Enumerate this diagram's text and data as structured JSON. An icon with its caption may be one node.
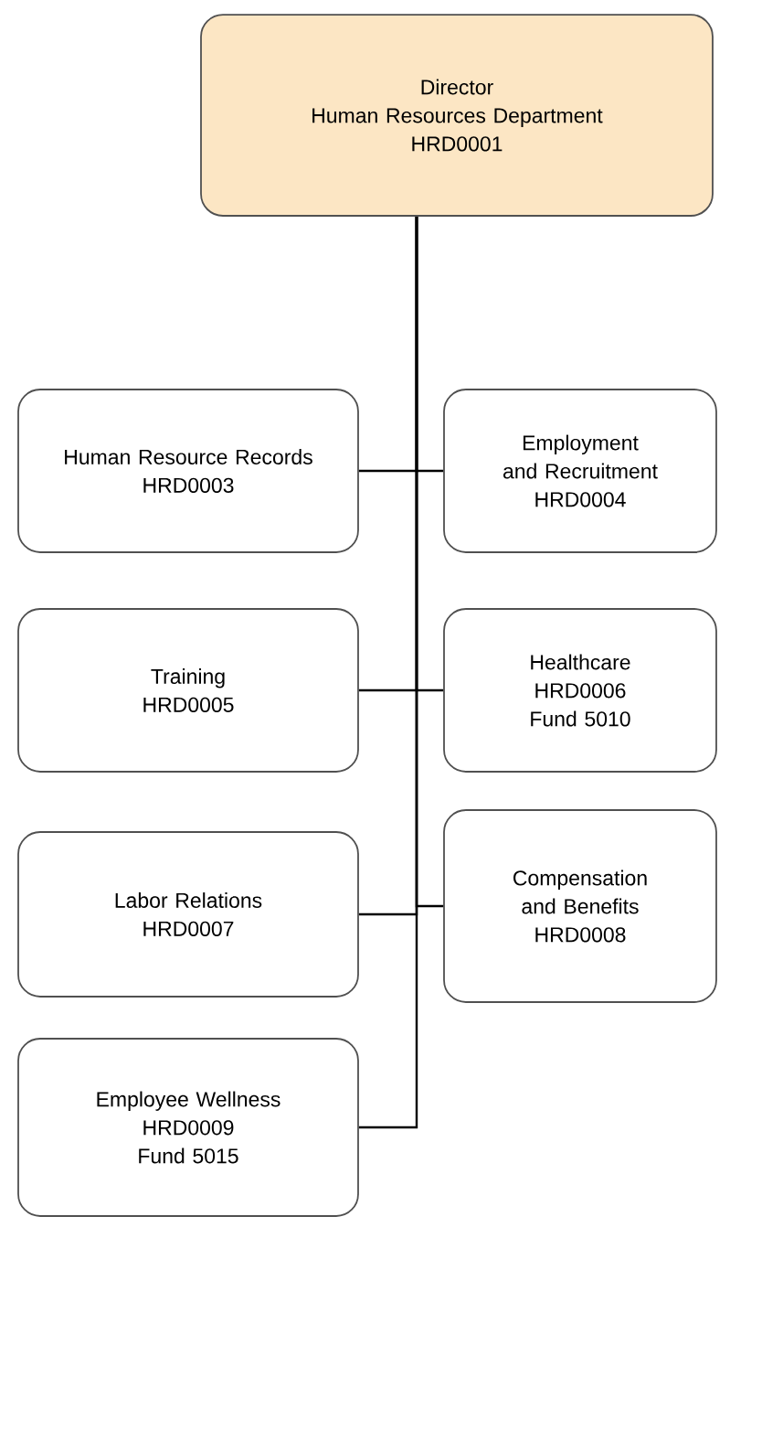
{
  "diagram": {
    "nodes": [
      {
        "text": [
          "Director",
          "Human Resources Department",
          "HRD0001"
        ]
      },
      {
        "text": [
          "Human Resource Records",
          "HRD0003"
        ]
      },
      {
        "text": [
          "Employment and Recruitment",
          "HRD0004"
        ]
      },
      {
        "text": [
          "Training",
          "HRD0005"
        ]
      },
      {
        "text": [
          "Healthcare",
          "HRD0006",
          "Fund 5010"
        ]
      },
      {
        "text": [
          "Labor Relations",
          "HRD0007"
        ]
      },
      {
        "text": [
          "Compensation and Benefits",
          "HRD0008"
        ]
      },
      {
        "text": [
          "Employee Wellness",
          "HRD0009",
          "Fund 5015"
        ]
      }
    ],
    "edges": [
      {
        "from": 0,
        "to": 1,
        "arrow": "none"
      },
      {
        "from": 0,
        "to": 2,
        "arrow": "none"
      },
      {
        "from": 0,
        "to": 3,
        "arrow": "none"
      },
      {
        "from": 0,
        "to": 4,
        "arrow": "none"
      },
      {
        "from": 0,
        "to": 5,
        "arrow": "none"
      },
      {
        "from": 0,
        "to": 6,
        "arrow": "none"
      },
      {
        "from": 0,
        "to": 7,
        "arrow": "none"
      }
    ]
  }
}
